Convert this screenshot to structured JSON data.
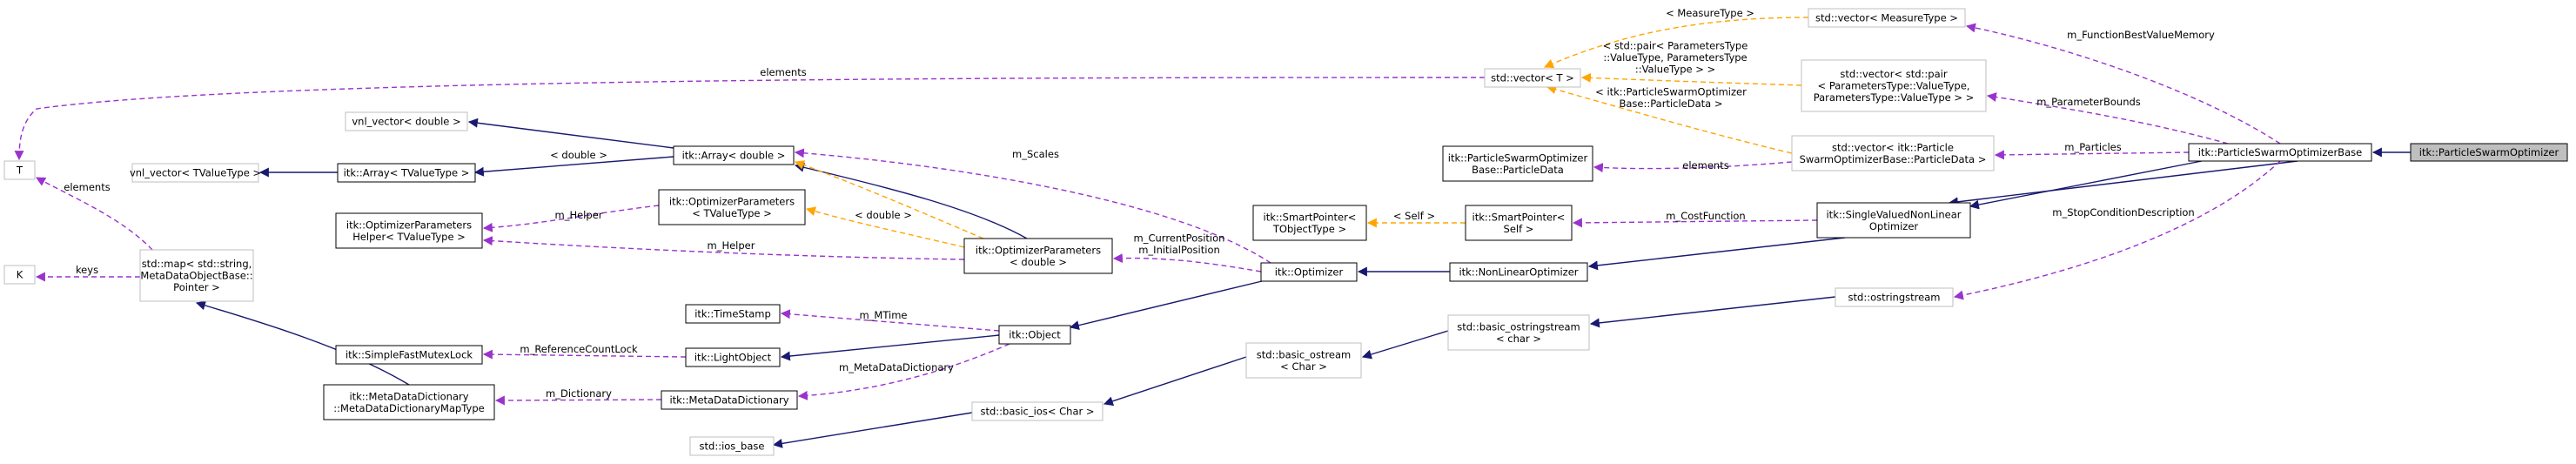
{
  "colors": {
    "inheritance": "#191970",
    "usage": "#9a32cd",
    "template": "#ffa500",
    "node_border_strong": "#000000",
    "node_border_light": "#bfbfbf",
    "highlight_fill": "#bfbfbf"
  },
  "nodes": {
    "particle_swarm_optimizer": [
      "itk::ParticleSwarmOptimizer"
    ],
    "particle_swarm_optimizer_base": [
      "itk::ParticleSwarmOptimizerBase"
    ],
    "single_valued_nonlinear_optimizer": [
      "itk::SingleValuedNonLinear",
      "Optimizer"
    ],
    "nonlinear_optimizer": [
      "itk::NonLinearOptimizer"
    ],
    "optimizer": [
      "itk::Optimizer"
    ],
    "object": [
      "itk::Object"
    ],
    "light_object": [
      "itk::LightObject"
    ],
    "simple_fast_mutex_lock": [
      "itk::SimpleFastMutexLock"
    ],
    "time_stamp": [
      "itk::TimeStamp"
    ],
    "meta_data_dictionary": [
      "itk::MetaDataDictionary"
    ],
    "meta_data_dictionary_map_type": [
      "itk::MetaDataDictionary",
      "::MetaDataDictionaryMapType"
    ],
    "std_map": [
      "std::map< std::string,",
      "MetaDataObjectBase::",
      "Pointer >"
    ],
    "t": [
      "T"
    ],
    "k": [
      "K"
    ],
    "ios_base": [
      "std::ios_base"
    ],
    "basic_ios": [
      "std::basic_ios< Char >"
    ],
    "basic_ostream_char": [
      "std::basic_ostream",
      "< Char >"
    ],
    "basic_ostringstream": [
      "std::basic_ostringstream",
      "< char >"
    ],
    "ostringstream": [
      "std::ostringstream"
    ],
    "optimizer_parameters_double": [
      "itk::OptimizerParameters",
      "< double >"
    ],
    "optimizer_parameters_tvalue": [
      "itk::OptimizerParameters",
      "< TValueType >"
    ],
    "optimizer_parameters_helper": [
      "itk::OptimizerParameters",
      "Helper< TValueType >"
    ],
    "array_tvalue": [
      "itk::Array< TValueType >"
    ],
    "array_double": [
      "itk::Array< double >"
    ],
    "vnl_vector_tvalue": [
      "vnl_vector< TValueType >"
    ],
    "vnl_vector_double": [
      "vnl_vector< double >"
    ],
    "smart_pointer_tobject": [
      "itk::SmartPointer<",
      "TObjectType >"
    ],
    "smart_pointer_self": [
      "itk::SmartPointer<",
      "Self >"
    ],
    "particle_data": [
      "itk::ParticleSwarmOptimizer",
      "Base::ParticleData"
    ],
    "vector_particle_data": [
      "std::vector< itk::Particle",
      "SwarmOptimizerBase::ParticleData >"
    ],
    "vector_t": [
      "std::vector< T >"
    ],
    "vector_measure_type": [
      "std::vector< MeasureType >"
    ],
    "vector_pair": [
      "std::vector< std::pair",
      "< ParametersType::ValueType,",
      "ParametersType::ValueType > >"
    ]
  },
  "edge_labels": {
    "elements_vector_t_to_t": [
      "elements"
    ],
    "elements_map_to_t": [
      "elements"
    ],
    "keys": [
      "keys"
    ],
    "measure_type": [
      "< MeasureType >"
    ],
    "pair_template": [
      "< std::pair< ParametersType",
      "::ValueType, ParametersType",
      "::ValueType > >"
    ],
    "particle_data_template": [
      "< itk::ParticleSwarmOptimizer",
      "Base::ParticleData >"
    ],
    "function_best_value_memory": [
      "m_FunctionBestValueMemory"
    ],
    "parameter_bounds": [
      "m_ParameterBounds"
    ],
    "particles": [
      "m_Particles"
    ],
    "elements_particle_data": [
      "elements"
    ],
    "stop_condition_description": [
      "m_StopConditionDescription"
    ],
    "cost_function": [
      "m_CostFunction"
    ],
    "self_template": [
      "< Self >"
    ],
    "current_initial_position": [
      "m_CurrentPosition",
      "m_InitialPosition"
    ],
    "scales": [
      "m_Scales"
    ],
    "double_template_array": [
      "< double >"
    ],
    "double_template_params": [
      "< double >"
    ],
    "helper_tvalue": [
      "m_Helper"
    ],
    "helper_double": [
      "m_Helper"
    ],
    "mtime": [
      "m_MTime"
    ],
    "reference_count_lock": [
      "m_ReferenceCountLock"
    ],
    "meta_data_dictionary_member": [
      "m_MetaDataDictionary"
    ],
    "dictionary": [
      "m_Dictionary"
    ]
  }
}
